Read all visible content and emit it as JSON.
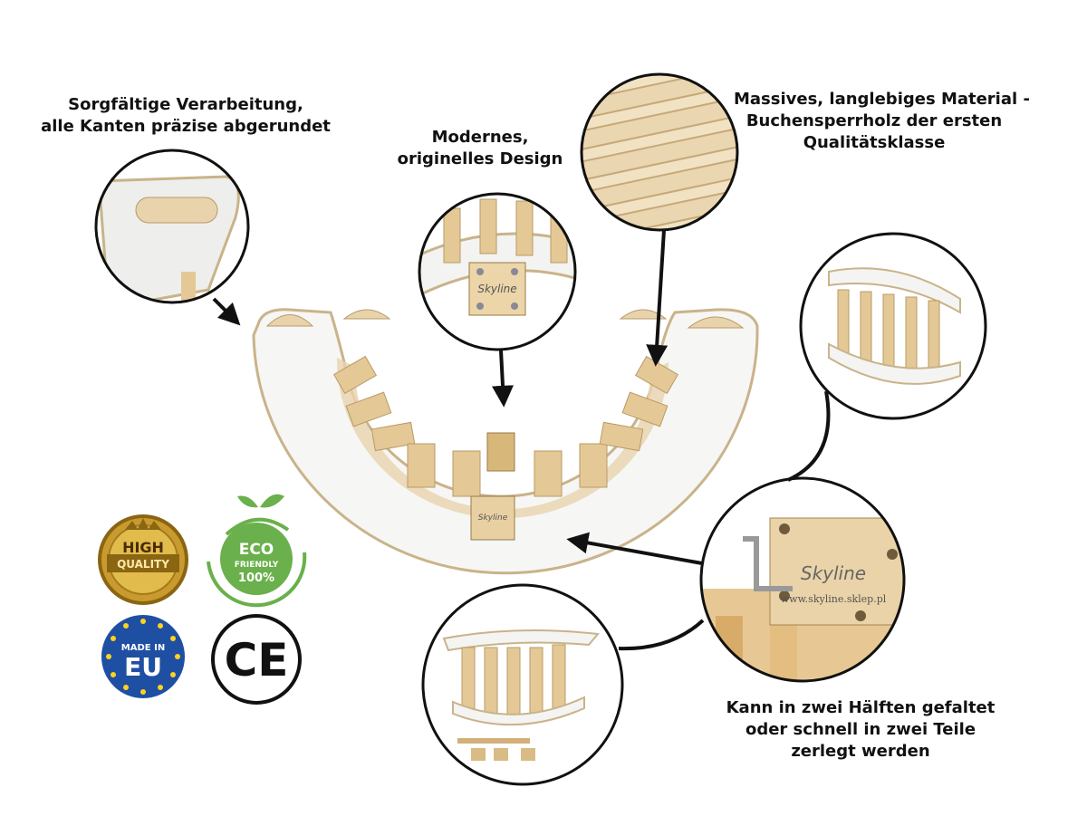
{
  "captions": {
    "edges": [
      "Sorgfältige Verarbeitung,",
      "alle Kanten präzise abgerundet"
    ],
    "design": [
      "Modernes,",
      "originelles Design"
    ],
    "material": [
      "Massives, langlebiges Material -",
      "Buchensperrholz der ersten",
      "Qualitätsklasse"
    ],
    "fold": [
      "Kann in zwei Hälften gefaltet",
      "oder schnell in zwei Teile",
      "zerlegt werden"
    ]
  },
  "brand": {
    "logo_text": "Skyline",
    "url_text": "www.skyline.sklep.pl"
  },
  "badges": {
    "quality": [
      "HIGH",
      "QUALITY"
    ],
    "eco": [
      "ECO",
      "FRIENDLY",
      "100%"
    ],
    "made_in": [
      "MADE IN",
      "EU"
    ],
    "ce": "CE"
  },
  "colors": {
    "wood": "#e9d3ad",
    "board": "#f6f6f4",
    "eco_green": "#6ab04c",
    "eu_blue": "#1f4fa3",
    "gold": "#c99a2e"
  }
}
